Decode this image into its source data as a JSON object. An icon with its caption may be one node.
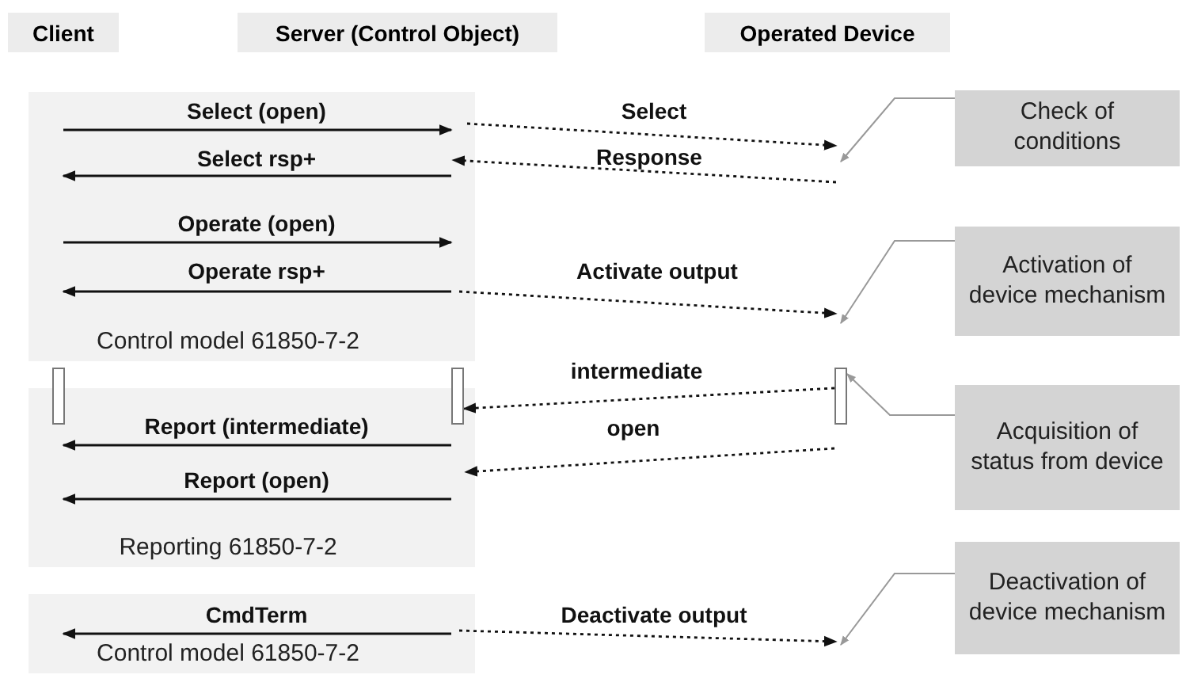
{
  "diagram": {
    "nodes": [
      {
        "text": [
          "Client"
        ]
      },
      {
        "text": [
          "Server (Control Object)"
        ]
      },
      {
        "text": [
          "Operated Device"
        ]
      },
      {
        "text": [
          "Control model 61850-7-2"
        ]
      },
      {
        "text": [
          "Check of conditions"
        ]
      },
      {
        "text": [
          "Activation of device mechanism"
        ]
      },
      {
        "text": [
          "Reporting 61850-7-2"
        ]
      },
      {
        "text": [],
        "shape": "bar"
      },
      {
        "text": [],
        "shape": "bar"
      },
      {
        "text": [],
        "shape": "bar"
      },
      {
        "text": [
          "Acquisition of status from device"
        ]
      },
      {
        "text": [
          "Control model 61850-7-2"
        ]
      },
      {
        "text": [
          "Deactivation of device mechanism"
        ]
      }
    ],
    "edges": [
      {
        "from": 3,
        "to": 3,
        "arrow": "to",
        "label": "Select (open)"
      },
      {
        "from": 3,
        "to": null,
        "arrow": "to",
        "label": "Select",
        "style": "dashed"
      },
      {
        "from": 4,
        "to": null,
        "arrow": "to",
        "color": "#999999"
      },
      {
        "from": 3,
        "to": 3,
        "arrow": "to",
        "label": "Select rsp+"
      },
      {
        "from": null,
        "to": 3,
        "arrow": "to",
        "label": "Response",
        "style": "dashed"
      },
      {
        "from": 3,
        "to": 3,
        "arrow": "to",
        "label": "Operate (open)"
      },
      {
        "from": 3,
        "to": 3,
        "arrow": "to",
        "label": "Operate rsp+"
      },
      {
        "from": 3,
        "to": null,
        "arrow": "to",
        "label": "Activate output",
        "style": "dashed"
      },
      {
        "from": 5,
        "to": null,
        "arrow": "to",
        "color": "#999999"
      },
      {
        "from": 9,
        "to": 8,
        "arrow": "to",
        "label": "intermediate",
        "style": "dashed"
      },
      {
        "from": 10,
        "to": 9,
        "arrow": "to",
        "color": "#999999"
      },
      {
        "from": 6,
        "to": 6,
        "arrow": "to",
        "label": "Report (intermediate)"
      },
      {
        "from": null,
        "to": 6,
        "arrow": "to",
        "label": "open",
        "style": "dashed"
      },
      {
        "from": 6,
        "to": 6,
        "arrow": "to",
        "label": "Report (open)"
      },
      {
        "from": 11,
        "to": 11,
        "arrow": "to",
        "label": "CmdTerm"
      },
      {
        "from": 11,
        "to": null,
        "arrow": "to",
        "label": "Deactivate output",
        "style": "dashed"
      },
      {
        "from": 12,
        "to": null,
        "arrow": "to",
        "color": "#999999"
      }
    ]
  }
}
